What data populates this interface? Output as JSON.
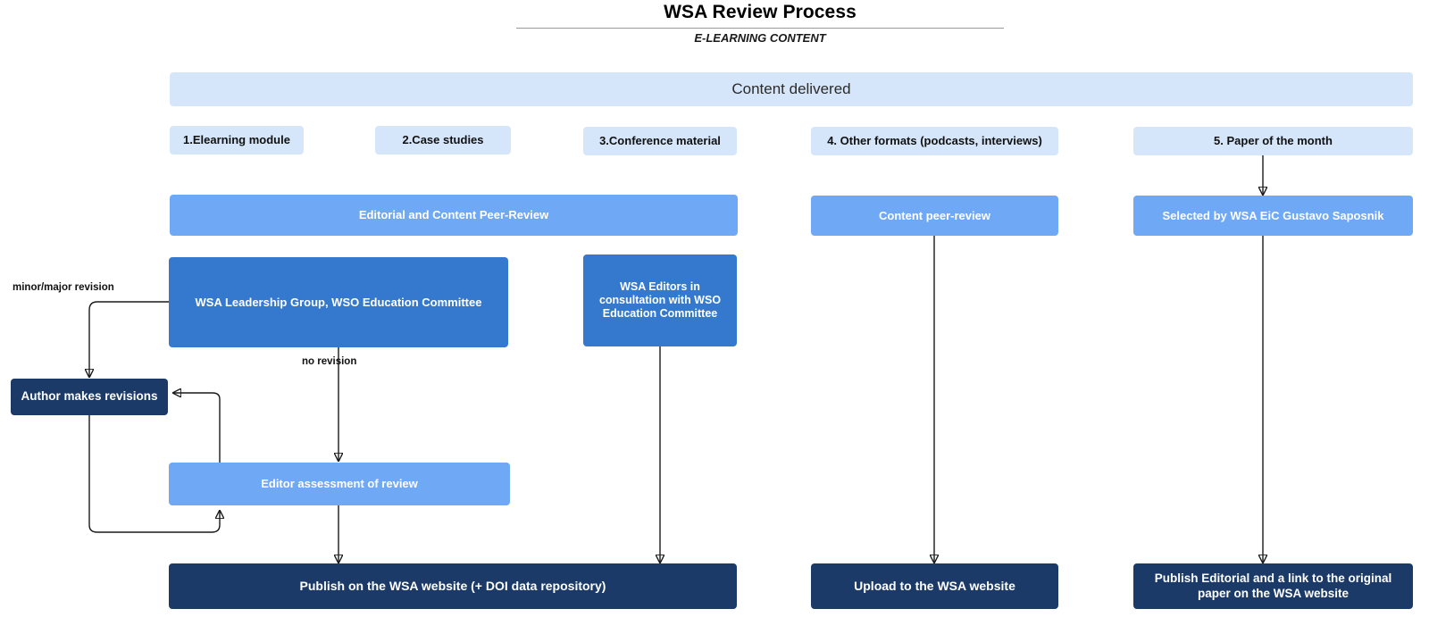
{
  "header": {
    "title": "WSA Review Process",
    "subtitle": "E-LEARNING CONTENT"
  },
  "banner": {
    "label": "Content delivered"
  },
  "content_types": [
    {
      "label": "1.Elearning module"
    },
    {
      "label": "2.Case studies"
    },
    {
      "label": "3.Conference material"
    },
    {
      "label": "4. Other formats (podcasts, interviews)"
    },
    {
      "label": "5. Paper of the month"
    }
  ],
  "review_stage": [
    {
      "label": "Editorial and Content Peer-Review"
    },
    {
      "label": "Content peer-review"
    },
    {
      "label": "Selected by WSA EiC Gustavo Saposnik"
    }
  ],
  "reviewers": [
    {
      "label": "WSA Leadership Group, WSO Education Committee"
    },
    {
      "label": "WSA Editors in consultation with WSO Education Committee"
    }
  ],
  "revision_loop": {
    "author_box": "Author makes revisions",
    "editor_assessment": "Editor assessment of review",
    "label_revision": "minor/major revision",
    "label_no_revision": "no revision"
  },
  "outputs": [
    {
      "label": "Publish on the WSA website (+ DOI data repository)"
    },
    {
      "label": "Upload to the WSA website"
    },
    {
      "label": "Publish Editorial and a link to the original paper on the WSA website"
    }
  ],
  "colors": {
    "pale_blue": "#d6e6fa",
    "mid_blue": "#6fa8f5",
    "strong_blue": "#3579ce",
    "navy": "#1b3a68",
    "connector": "#1a1a1a",
    "rule": "#9a9a9a"
  }
}
